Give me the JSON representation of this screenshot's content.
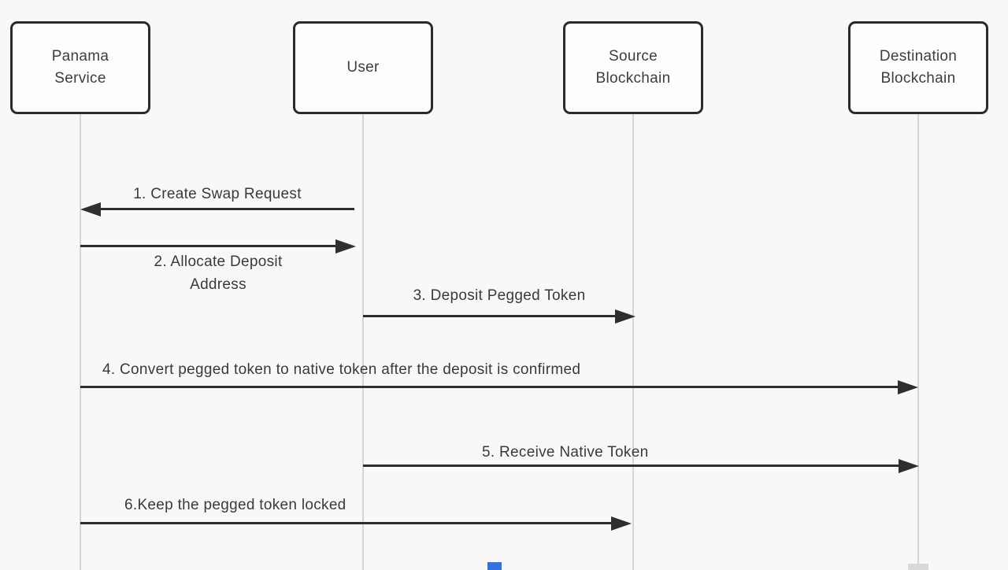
{
  "diagram": {
    "type": "sequence-diagram",
    "subject": "Panama token swap flow",
    "actors": [
      {
        "id": "panama-service",
        "label": "Panama\nService"
      },
      {
        "id": "user",
        "label": "User"
      },
      {
        "id": "source-blockchain",
        "label": "Source\nBlockchain"
      },
      {
        "id": "destination-blockchain",
        "label": "Destination\nBlockchain"
      }
    ],
    "messages": [
      {
        "num": 1,
        "label": "1. Create Swap Request",
        "from": "User",
        "to": "Panama Service",
        "direction": "left",
        "label_position": "above"
      },
      {
        "num": 2,
        "label": "2. Allocate Deposit\nAddress",
        "from": "Panama Service",
        "to": "User",
        "direction": "right",
        "label_position": "below"
      },
      {
        "num": 3,
        "label": "3. Deposit Pegged Token",
        "from": "User",
        "to": "Source Blockchain",
        "direction": "right",
        "label_position": "above"
      },
      {
        "num": 4,
        "label": "4. Convert pegged token to native token after the deposit is confirmed",
        "from": "Panama Service",
        "to": "Destination Blockchain",
        "direction": "right",
        "label_position": "above"
      },
      {
        "num": 5,
        "label": "5. Receive Native Token",
        "from": "User",
        "to": "Destination Blockchain",
        "direction": "right",
        "label_position": "above"
      },
      {
        "num": 6,
        "label": "6.Keep the pegged token locked",
        "from": "Panama Service",
        "to": "Source Blockchain",
        "direction": "right",
        "label_position": "above"
      }
    ],
    "colors": {
      "background": "#f8f8f8",
      "box_border": "#2b2b2b",
      "box_fill": "#fefefe",
      "lifeline": "#d6d6d6",
      "arrow": "#2f2f2f",
      "text": "#3b3b3b",
      "blue_marker": "#3370e0"
    }
  }
}
